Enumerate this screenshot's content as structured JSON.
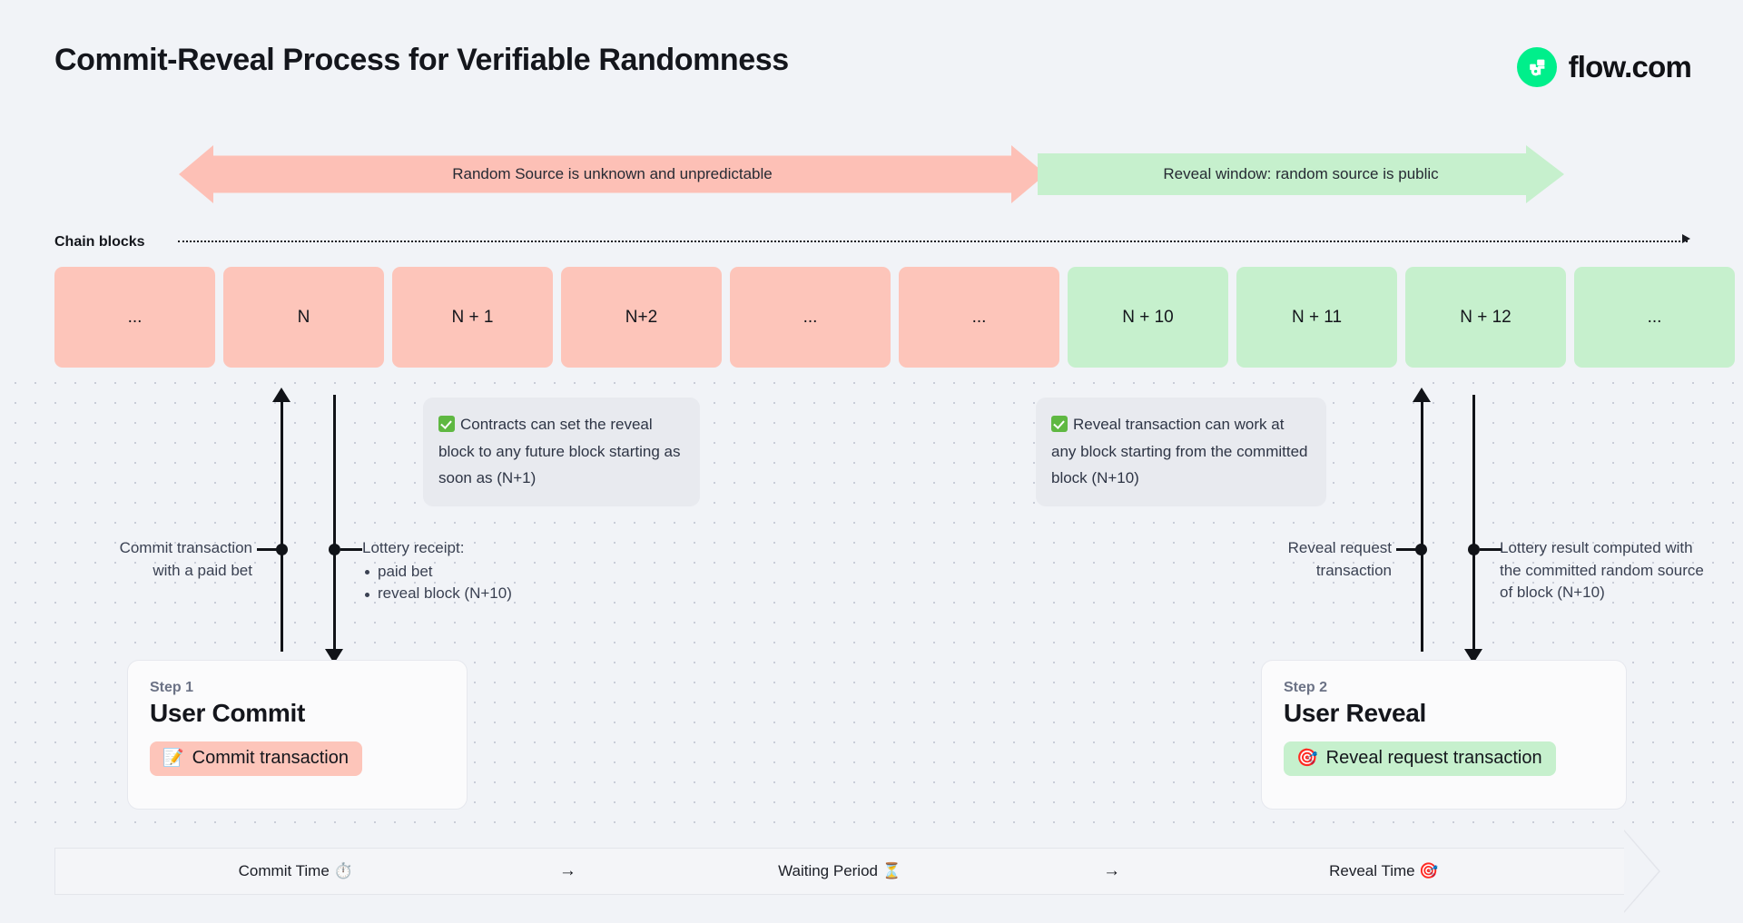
{
  "page": {
    "title": "Commit-Reveal Process for Verifiable Randomness"
  },
  "brand": {
    "name": "flow.com",
    "logo_icon": "flow-logo-icon",
    "accent": "#00ef8b"
  },
  "banners": [
    {
      "id": "unknown-window",
      "label": "Random Source is unknown and unpredictable",
      "color": "#fdc0b6",
      "direction": "double"
    },
    {
      "id": "reveal-window",
      "label": "Reveal window: random source is public",
      "color": "#c6f0cd",
      "direction": "right"
    }
  ],
  "chain": {
    "label": "Chain blocks",
    "blocks": [
      {
        "label": "...",
        "state": "pink"
      },
      {
        "label": "N",
        "state": "pink"
      },
      {
        "label": "N + 1",
        "state": "pink"
      },
      {
        "label": "N+2",
        "state": "pink"
      },
      {
        "label": "...",
        "state": "pink"
      },
      {
        "label": "...",
        "state": "pink"
      },
      {
        "label": "N + 10",
        "state": "green"
      },
      {
        "label": "N + 11",
        "state": "green"
      },
      {
        "label": "N + 12",
        "state": "green"
      },
      {
        "label": "...",
        "state": "green"
      }
    ]
  },
  "callouts": [
    {
      "id": "contracts-reveal-block",
      "icon": "check-mark-icon",
      "text": "Contracts can set the reveal block to any future block starting as soon as (N+1)"
    },
    {
      "id": "reveal-tx-any-block",
      "icon": "check-mark-icon",
      "text": "Reveal transaction can work at any block starting from the committed block (N+10)"
    }
  ],
  "annotations": {
    "commit_tx": {
      "line1": "Commit transaction",
      "line2": "with a paid bet"
    },
    "lottery_receipt": {
      "title": "Lottery receipt:",
      "items": [
        "paid bet",
        "reveal block (N+10)"
      ]
    },
    "reveal_request": {
      "line1": "Reveal request",
      "line2": "transaction"
    },
    "lottery_result": {
      "text": "Lottery result computed with the committed random source of block (N+10)"
    }
  },
  "steps": [
    {
      "id": "step-1",
      "step_label": "Step 1",
      "name": "User Commit",
      "pill": {
        "emoji": "📝",
        "emoji_name": "memo-icon",
        "label": "Commit transaction",
        "color": "#fdc5ba"
      }
    },
    {
      "id": "step-2",
      "step_label": "Step 2",
      "name": "User Reveal",
      "pill": {
        "emoji": "🎯",
        "emoji_name": "bullseye-icon",
        "label": "Reveal request transaction",
        "color": "#c6f0cd"
      }
    }
  ],
  "timeline": {
    "cells": [
      {
        "label": "Commit Time ⏱️",
        "emoji_name": "stopwatch-icon"
      },
      {
        "label": "Waiting Period ⏳",
        "emoji_name": "hourglass-icon"
      },
      {
        "label": "Reveal Time 🎯",
        "emoji_name": "bullseye-icon"
      }
    ],
    "separator": "→"
  }
}
